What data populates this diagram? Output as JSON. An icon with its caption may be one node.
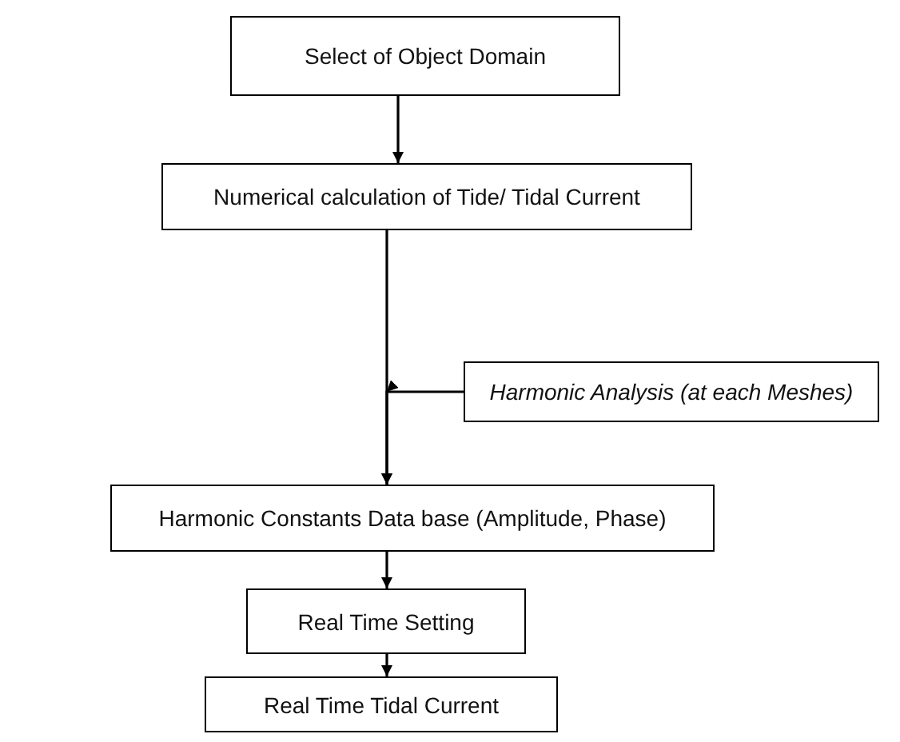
{
  "diagram": {
    "nodes": [
      {
        "text": [
          "Select of Object Domain"
        ]
      },
      {
        "text": [
          "Numerical calculation of Tide/ Tidal Current"
        ]
      },
      {
        "text": [
          "Harmonic Analysis (at each Meshes)"
        ]
      },
      {
        "text": [
          "Harmonic Constants Data base (Amplitude, Phase)"
        ]
      },
      {
        "text": [
          "Real Time Setting"
        ]
      },
      {
        "text": [
          "Real Time Tidal Current"
        ]
      }
    ],
    "edges": [
      {
        "from": 0,
        "to": 1,
        "arrow": "to"
      },
      {
        "from": 1,
        "to": 3,
        "arrow": "to"
      },
      {
        "from": 2,
        "to": 3,
        "arrow": "to"
      },
      {
        "from": 3,
        "to": 4,
        "arrow": "to"
      },
      {
        "from": 4,
        "to": 5,
        "arrow": "to"
      }
    ]
  }
}
